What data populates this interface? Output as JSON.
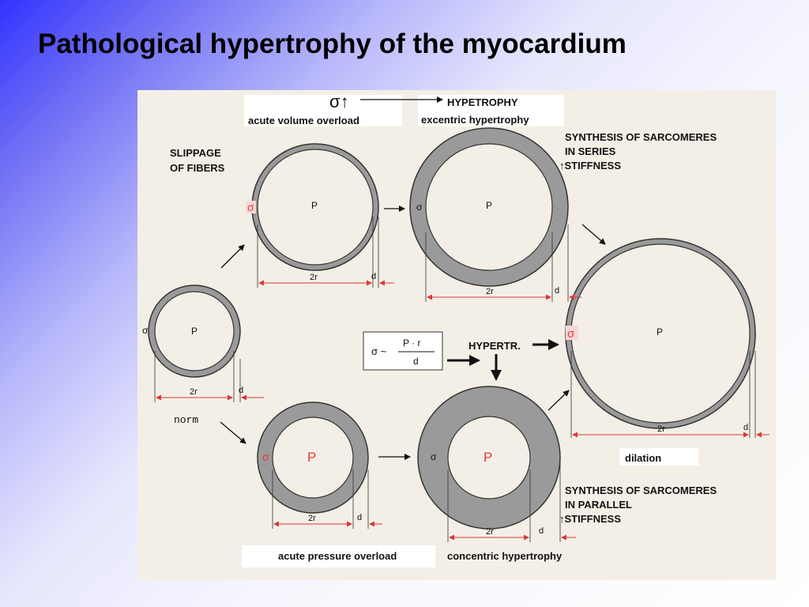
{
  "slide": {
    "title": "Pathological hypertrophy of the myocardium"
  },
  "figure": {
    "labels": {
      "sigma_up": "σ↑",
      "hypetrophy": "HYPETROPHY",
      "acute_volume_overload": "acute volume overload",
      "excentric_hypertrophy": "excentric hypertrophy",
      "slippage_1": "SLIPPAGE",
      "slippage_2": "OF FIBERS",
      "series_1": "SYNTHESIS OF SARCOMERES",
      "series_2": "IN SERIES",
      "series_3": "↑STIFFNESS",
      "parallel_1": "SYNTHESIS OF SARCOMERES",
      "parallel_2": "IN PARALLEL",
      "parallel_3": "↑STIFFNESS",
      "norm": "norm",
      "hypertr": "HYPERTR.",
      "dilation": "dilation",
      "acute_pressure_overload": "acute pressure overload",
      "concentric_hypertrophy": "concentric hypertrophy",
      "formula_sigma": "σ ~",
      "formula_num": "P · r",
      "formula_den": "d",
      "P": "P",
      "sigma": "σ",
      "two_r": "2r",
      "d": "d"
    },
    "colors": {
      "wall": "#9a9a9a",
      "wall_stroke": "#333333",
      "highlight": "#e23a3a",
      "figure_bg": "#f3efe6"
    }
  }
}
